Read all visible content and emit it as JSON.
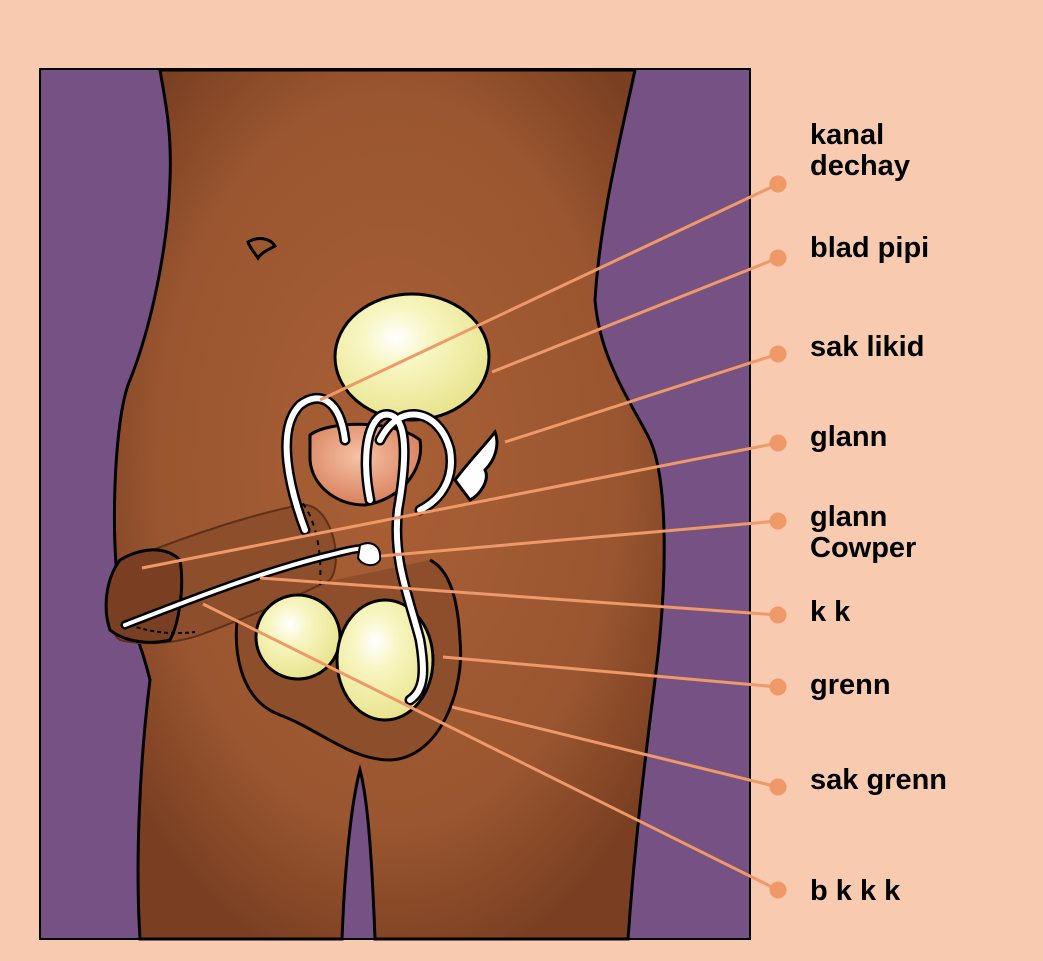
{
  "colors": {
    "background": "#f8cbb1",
    "panel": "#765284",
    "skin": "#9a5630",
    "skin_dark": "#7a3f22",
    "organ_yellow": "#f3f1ad",
    "gland_pink": "#e79a7a",
    "leader_line": "#ef9868"
  },
  "labels": [
    {
      "id": "kanal-dechay",
      "lines": [
        "kanal",
        "dechay"
      ]
    },
    {
      "id": "blad-pipi",
      "lines": [
        "blad pipi"
      ]
    },
    {
      "id": "sak-likid",
      "lines": [
        "sak likid"
      ]
    },
    {
      "id": "glann",
      "lines": [
        "glann"
      ]
    },
    {
      "id": "glann-cowper",
      "lines": [
        "glann",
        "Cowper"
      ]
    },
    {
      "id": "k-k",
      "lines": [
        "k k"
      ]
    },
    {
      "id": "grenn",
      "lines": [
        "grenn"
      ]
    },
    {
      "id": "sak-grenn",
      "lines": [
        "sak grenn"
      ]
    },
    {
      "id": "b-k-k-k",
      "lines": [
        "b k k k"
      ]
    }
  ]
}
